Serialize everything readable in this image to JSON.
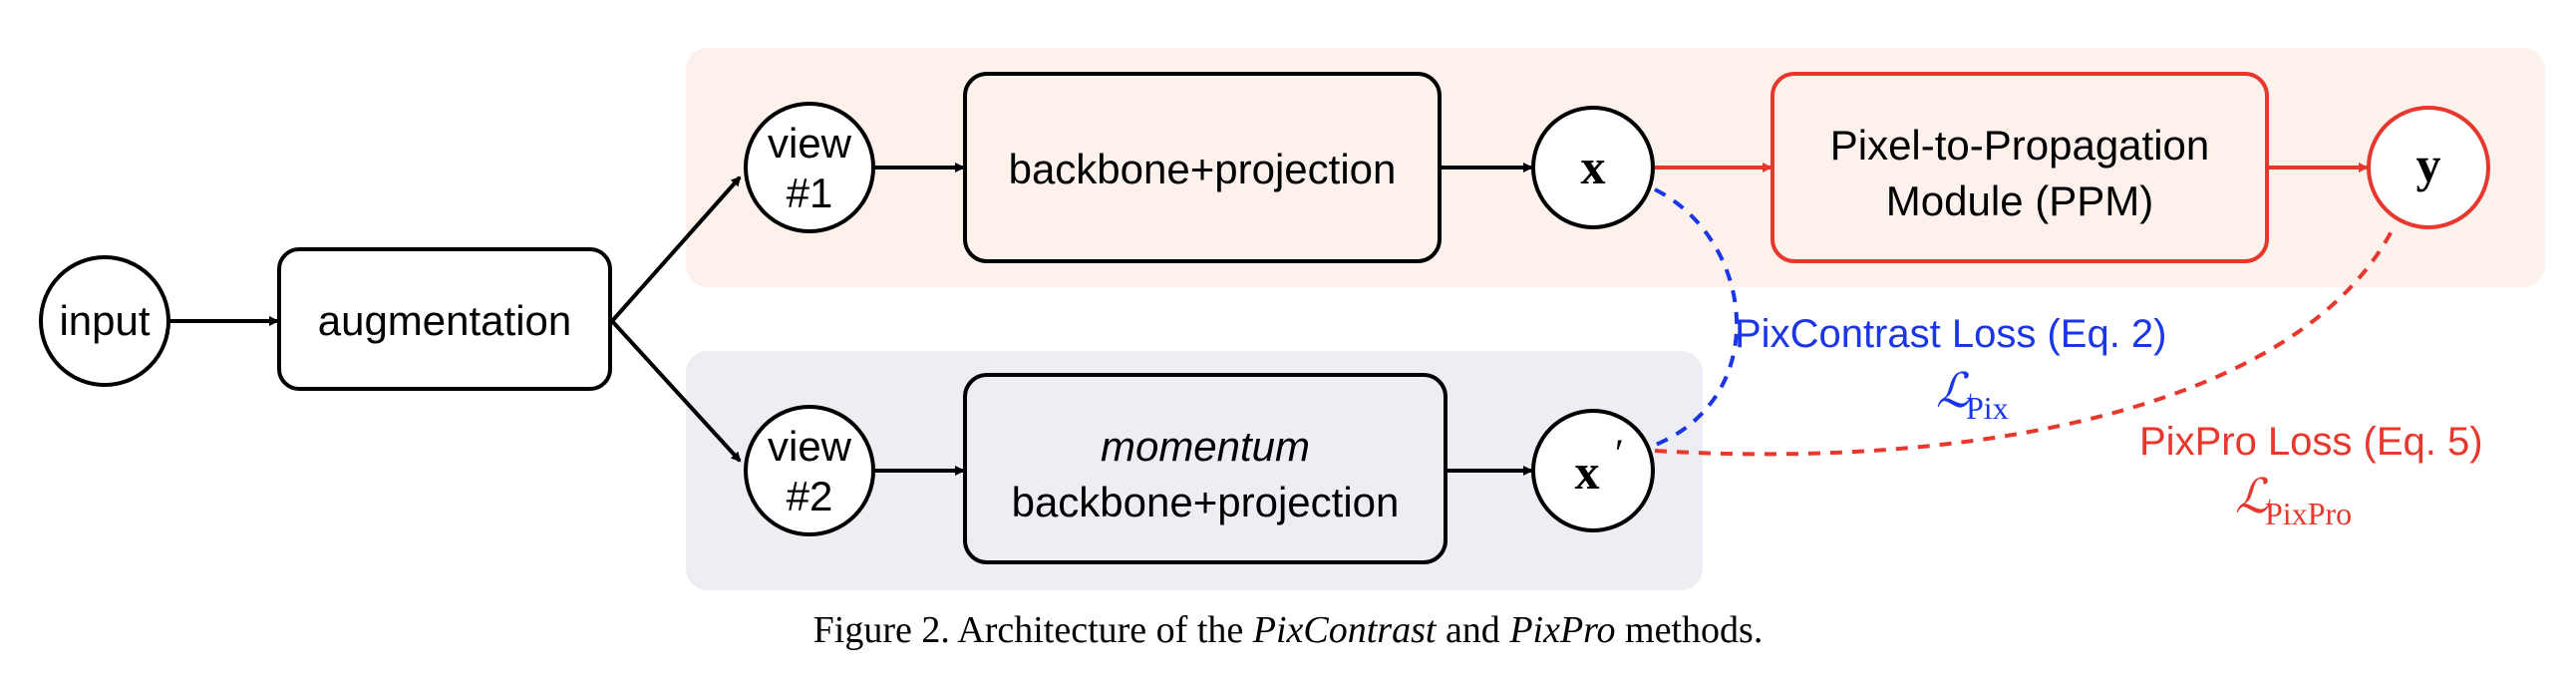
{
  "nodes": {
    "input": "input",
    "augmentation": "augmentation",
    "view1_line1": "view",
    "view1_line2": "#1",
    "view2_line1": "view",
    "view2_line2": "#2",
    "backbone_top": "backbone+projection",
    "backbone_bottom_italic": "momentum",
    "backbone_bottom": "backbone+projection",
    "x_top": "x",
    "x_bottom": "x",
    "x_bottom_prime": "′",
    "ppm_line1": "Pixel-to-Propagation",
    "ppm_line2": "Module (PPM)",
    "y": "y"
  },
  "losses": {
    "pixcontrast_label": "PixContrast Loss (Eq. 2)",
    "pixcontrast_symbol": "ℒ",
    "pixcontrast_subscript": "Pix",
    "pixpro_label": "PixPro Loss (Eq. 5)",
    "pixpro_symbol": "ℒ",
    "pixpro_subscript": "PixPro"
  },
  "caption": {
    "prefix": "Figure 2. Architecture of the ",
    "pixcontrast": "PixContrast",
    "middle": " and ",
    "pixpro": "PixPro",
    "suffix": " methods."
  },
  "colors": {
    "top_panel": "#fdf1ec",
    "bottom_panel": "#eceef3",
    "red": "#e8372d",
    "blue": "#1a36e8",
    "black": "#000000"
  }
}
